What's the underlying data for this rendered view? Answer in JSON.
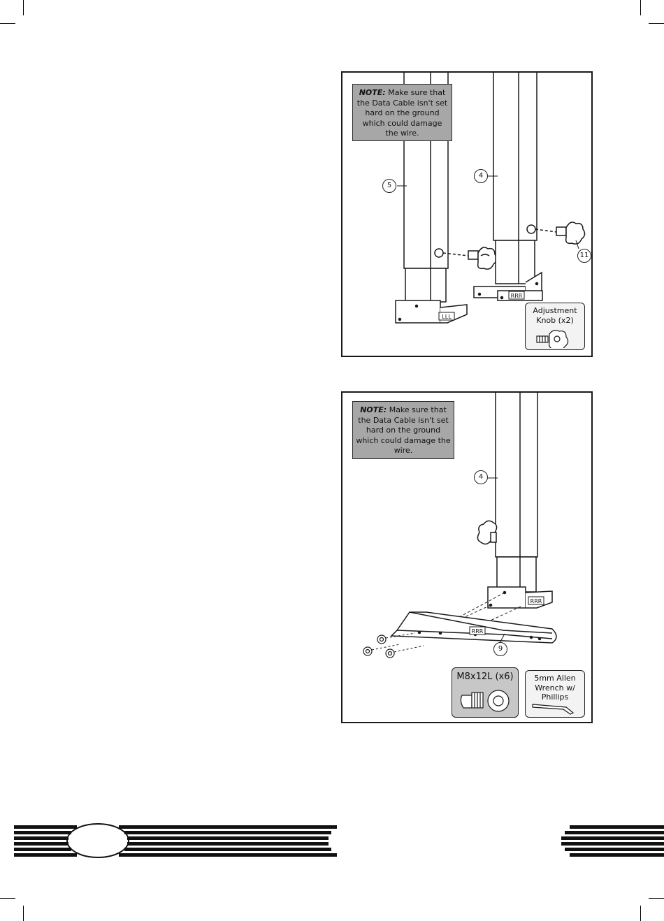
{
  "figure1": {
    "note_prefix": "NOTE:",
    "note_text": "Make sure that the Data Cable isn't set hard on the ground which could damage the wire.",
    "callouts": [
      "5",
      "4",
      "11"
    ],
    "foot_labels": [
      "LLL",
      "RRR"
    ],
    "part_box": {
      "label": "Adjustment Knob (x2)",
      "icon": "adjustment-knob-icon"
    }
  },
  "figure2": {
    "note_prefix": "NOTE:",
    "note_text": "Make sure that the Data Cable isn't set hard on the ground which could damage the wire.",
    "callouts": [
      "4",
      "9"
    ],
    "foot_labels": [
      "RRR",
      "RRR"
    ],
    "bolt_box": {
      "label": "M8x12L (x6)",
      "icon": "bolt-washer-icon"
    },
    "tool_box": {
      "label": "5mm Allen Wrench w/ Phillips",
      "icon": "allen-wrench-icon"
    }
  },
  "colors": {
    "note_bg": "#a7a7a7",
    "part_box_bg": "#c7c7c7",
    "line": "#1a1a1a"
  }
}
